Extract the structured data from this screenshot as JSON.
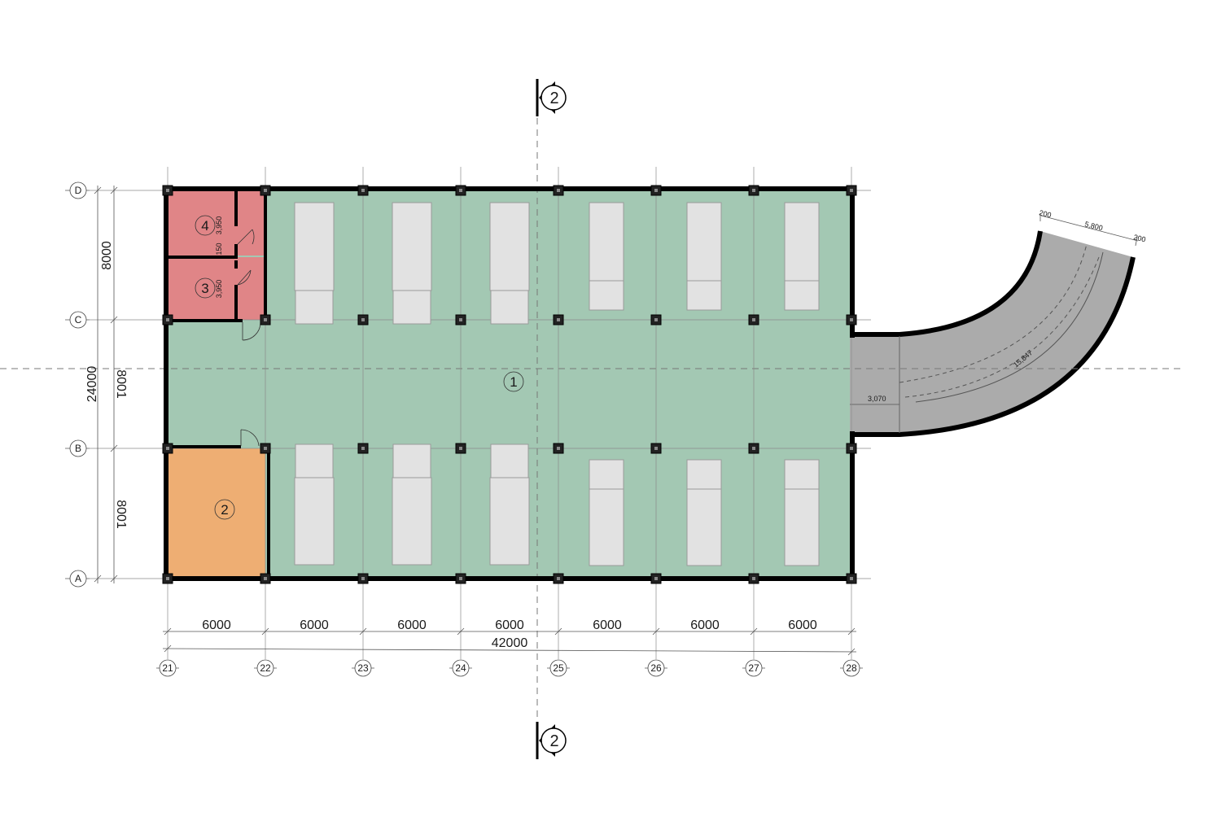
{
  "rooms": {
    "main_hall": "1",
    "room_2": "2",
    "room_3": "3",
    "room_4": "4"
  },
  "axes": {
    "columns": [
      "21",
      "22",
      "23",
      "24",
      "25",
      "26",
      "27",
      "28"
    ],
    "rows": [
      "D",
      "C",
      "B",
      "A"
    ]
  },
  "dimensions": {
    "bays": [
      "6000",
      "6000",
      "6000",
      "6000",
      "6000",
      "6000",
      "6000"
    ],
    "total_length": "42000",
    "total_width": "24000",
    "row_spans": [
      "8000",
      "8001",
      "8001"
    ],
    "room_4_dim": "3,950",
    "room_3_dim": "3,950",
    "partition_dim": "150",
    "ramp_width": "5,800",
    "ramp_edge_left": "200",
    "ramp_edge_right": "200",
    "ramp_radius": "15,847",
    "ramp_entry": "3,070"
  },
  "section_marks": {
    "top": "2",
    "bottom": "2"
  },
  "colors": {
    "hall": "#a3c8b3",
    "room_2": "#eeae73",
    "room_3_4": "#e08587",
    "ramp": "#ababab",
    "vehicle": "#e2e2e2"
  }
}
